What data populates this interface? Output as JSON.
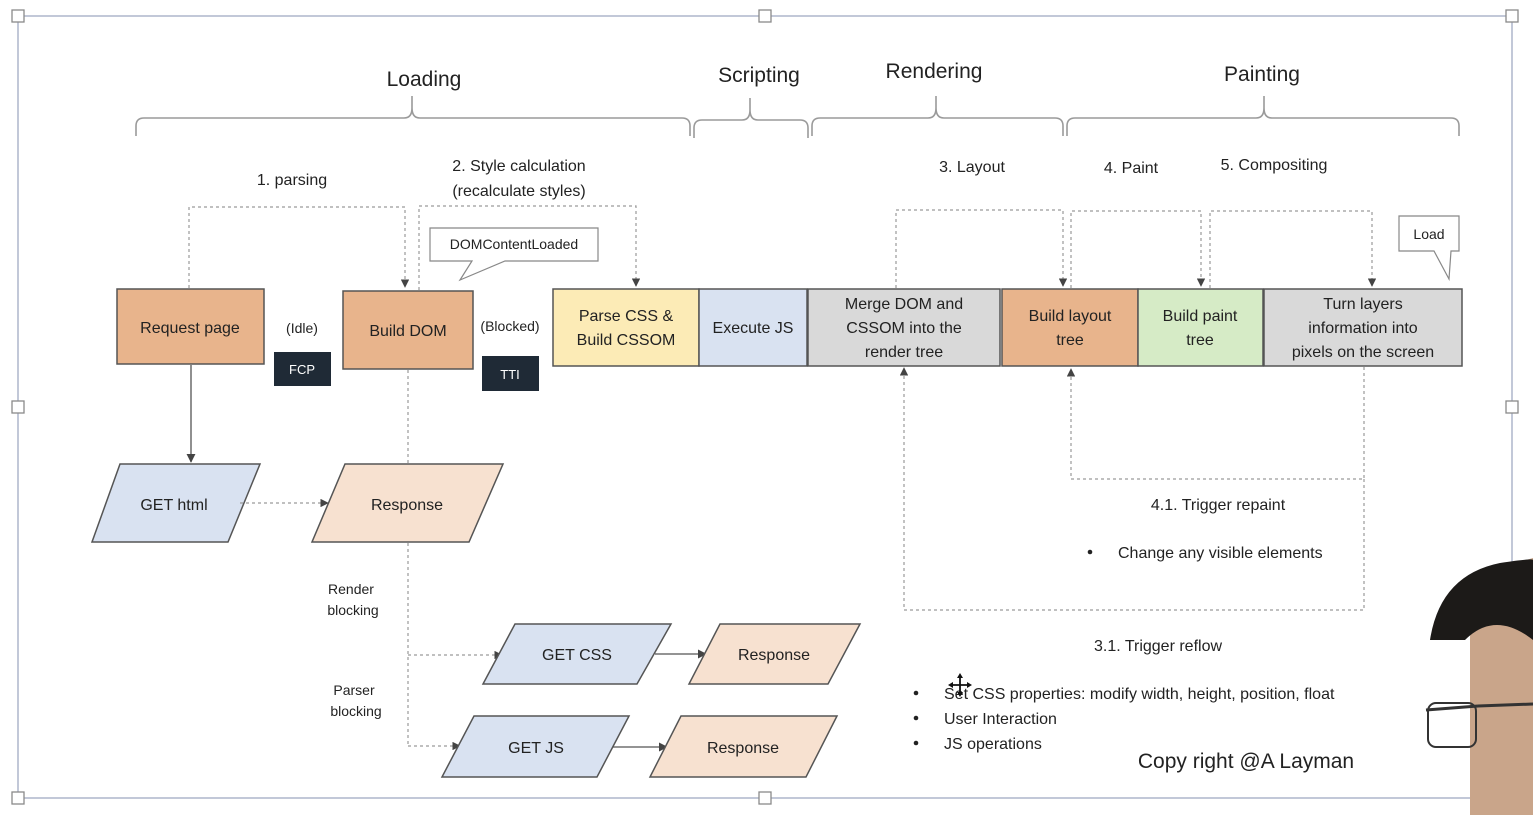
{
  "colors": {
    "orange": "#E8B48C",
    "cream": "#FCEBB6",
    "blue": "#D9E2F1",
    "grey": "#D9D9D9",
    "green": "#D6EBC6",
    "peach": "#F7E1D0",
    "badge": "#1F2A36"
  },
  "phases": {
    "loading": "Loading",
    "scripting": "Scripting",
    "rendering": "Rendering",
    "painting": "Painting"
  },
  "steps": {
    "parsing": "1. parsing",
    "style_1": "2. Style calculation",
    "style_2": "(recalculate styles)",
    "layout": "3. Layout",
    "paint": "4. Paint",
    "compositing": "5. Compositing"
  },
  "callouts": {
    "dom_content_loaded": "DOMContentLoaded",
    "load": "Load"
  },
  "boxes": {
    "request_page": "Request page",
    "build_dom": "Build DOM",
    "parse_css_1": "Parse CSS &",
    "parse_css_2": "Build CSSOM",
    "execute_js": "Execute JS",
    "merge_1": "Merge DOM and",
    "merge_2": "CSSOM into the",
    "merge_3": "render tree",
    "layout_1": "Build layout",
    "layout_2": "tree",
    "paint_1": "Build paint",
    "paint_2": "tree",
    "composite_1": "Turn layers",
    "composite_2": "information into",
    "composite_3": "pixels on the screen"
  },
  "states": {
    "idle": "(Idle)",
    "blocked": "(Blocked)"
  },
  "badges": {
    "fcp": "FCP",
    "tti": "TTI"
  },
  "requests": {
    "get_html": "GET html",
    "response_html": "Response",
    "get_css": "GET CSS",
    "response_css": "Response",
    "get_js": "GET JS",
    "response_js": "Response"
  },
  "blocking": {
    "render_1": "Render",
    "render_2": "blocking",
    "parser_1": "Parser",
    "parser_2": "blocking"
  },
  "repaint": {
    "title": "4.1. Trigger repaint",
    "items": [
      "Change any visible elements"
    ]
  },
  "reflow": {
    "title": "3.1. Trigger reflow",
    "items": [
      "Set CSS properties: modify width, height, position, float",
      "User Interaction",
      "JS operations"
    ]
  },
  "copyright": "Copy right @A Layman"
}
